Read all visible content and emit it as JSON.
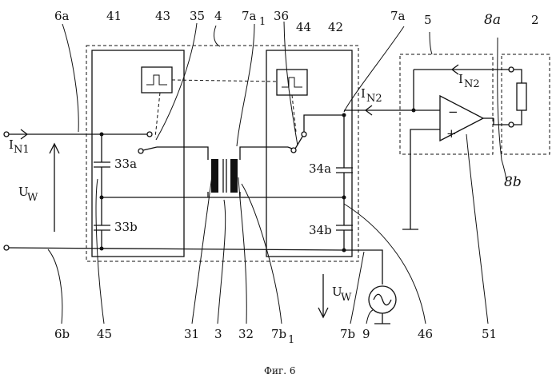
{
  "figure": {
    "caption": "Фиг. 6",
    "labels": {
      "l_6a": "6a",
      "l_41": "41",
      "l_43": "43",
      "l_35": "35",
      "l_4": "4",
      "l_7a1": "7a",
      "l_7a1_sub": "1",
      "l_36": "36",
      "l_7a": "7a",
      "l_44": "44",
      "l_42": "42",
      "l_5": "5",
      "l_8a": "8a",
      "l_2": "2",
      "l_IN1": "I",
      "l_IN1_sub": "N1",
      "l_IN2a": "I",
      "l_IN2a_sub": "N2",
      "l_IN2b": "I",
      "l_IN2b_sub": "N2",
      "l_UW1": "U",
      "l_UW1_sub": "W",
      "l_UW2": "U",
      "l_UW2_sub": "W",
      "l_33a": "33a",
      "l_33b": "33b",
      "l_34a": "34a",
      "l_34b": "34b",
      "l_8b": "8b",
      "l_minus": "−",
      "l_plus": "+",
      "l_6b": "6b",
      "l_45": "45",
      "l_31": "31",
      "l_3": "3",
      "l_32": "32",
      "l_7b1": "7b",
      "l_7b1_sub": "1",
      "l_7b": "7b",
      "l_9": "9",
      "l_46": "46",
      "l_51": "51"
    }
  }
}
